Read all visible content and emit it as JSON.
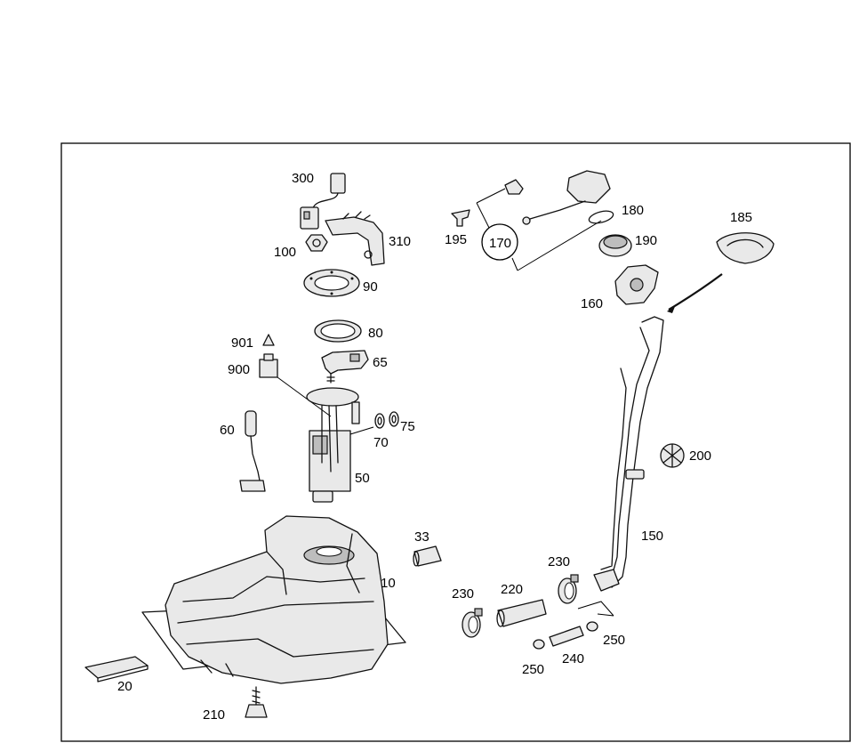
{
  "diagram": {
    "labels": {
      "p300": "300",
      "p310": "310",
      "p100": "100",
      "p90": "90",
      "p80": "80",
      "p901": "901",
      "p900": "900",
      "p65": "65",
      "p60": "60",
      "p75": "75",
      "p70": "70",
      "p50": "50",
      "p10": "10",
      "p33": "33",
      "p20": "20",
      "p210": "210",
      "p195": "195",
      "p170": "170",
      "p180": "180",
      "p190": "190",
      "p160": "160",
      "p185": "185",
      "p200": "200",
      "p150": "150",
      "p230a": "230",
      "p230b": "230",
      "p220": "220",
      "p250a": "250",
      "p250b": "250",
      "p240": "240"
    }
  }
}
